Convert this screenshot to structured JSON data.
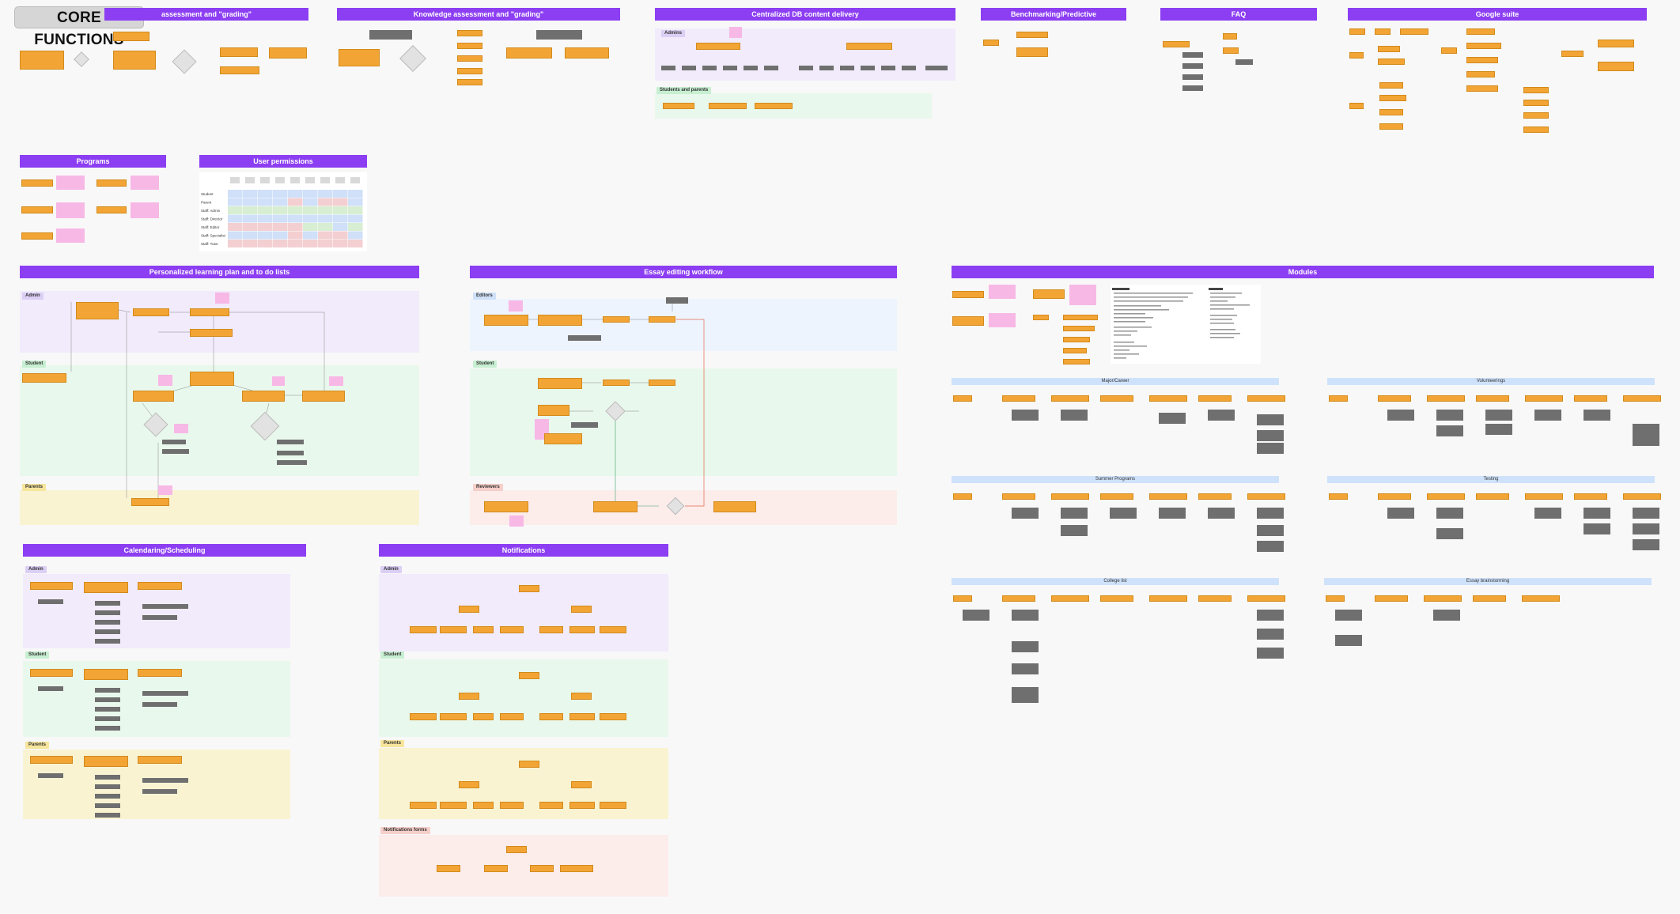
{
  "page_title": "CORE FUNCTIONS",
  "sections": {
    "assessment": "assessment and \"grading\"",
    "knowledge": "Knowledge assessment and \"grading\"",
    "db": "Centralized DB content delivery",
    "benchmark": "Benchmarking/Predictive",
    "faq": "FAQ",
    "google": "Google suite",
    "programs": "Programs",
    "permissions": "User permissions",
    "plp": "Personalized learning plan and to do lists",
    "essay": "Essay editing workflow",
    "modules": "Modules",
    "calendar": "Calendaring/Scheduling",
    "notifications": "Notifications"
  },
  "lanes": {
    "admin": "Admin",
    "admins": "Admins",
    "student": "Student",
    "parents": "Parents",
    "students_parents": "Students and parents",
    "editors": "Editors",
    "reviewers": "Reviewers",
    "notif_forms": "Notifications forms"
  },
  "module_subsections": {
    "major": "Major/Career",
    "volunteering": "Volunteerings",
    "summer": "Summer Programs",
    "testing": "Testing",
    "college": "College list",
    "brainstorm": "Essay brainstorming"
  },
  "permissions": {
    "rows": [
      "Student",
      "Parent",
      "Staff: Admin",
      "Staff: Director",
      "Staff: Editor",
      "Staff: Specialist",
      "Staff: Tutor"
    ]
  },
  "colors": {
    "banner": "#8c3ef2",
    "orange": "#f2a535",
    "gray": "#6f6f6f",
    "sticky": "#f7b8e6",
    "admin_lane": "#f1ebfb",
    "student_lane": "#e9f8ec",
    "parent_lane": "#f9f3d2",
    "reviewer_lane": "#fcecea",
    "module_sub": "#cfe2fb"
  }
}
